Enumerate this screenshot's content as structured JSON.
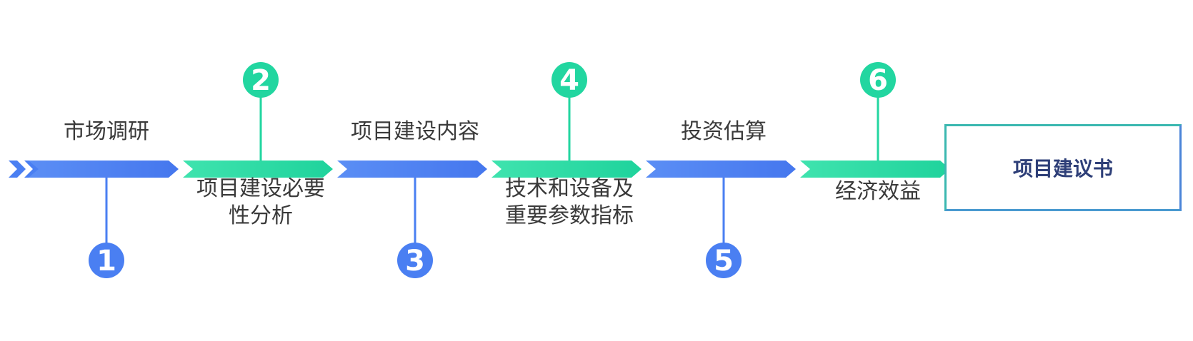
{
  "colors": {
    "blue": "#4a7ff2",
    "blue_light": "#5b8ef5",
    "green": "#22d6a0",
    "green_light": "#3fe3ae",
    "box_border": "#3bb8b0",
    "result_text": "#2e3f78"
  },
  "steps": [
    {
      "number": "1",
      "color": "blue",
      "label_position": "top",
      "lines": [
        "市场调研"
      ]
    },
    {
      "number": "2",
      "color": "green",
      "label_position": "bottom",
      "lines": [
        "项目建设必要",
        "性分析"
      ]
    },
    {
      "number": "3",
      "color": "blue",
      "label_position": "top",
      "lines": [
        "项目建设内容"
      ]
    },
    {
      "number": "4",
      "color": "green",
      "label_position": "bottom",
      "lines": [
        "技术和设备及",
        "重要参数指标"
      ]
    },
    {
      "number": "5",
      "color": "blue",
      "label_position": "top",
      "lines": [
        "投资估算"
      ]
    },
    {
      "number": "6",
      "color": "green",
      "label_position": "bottom",
      "lines": [
        "经济效益"
      ]
    }
  ],
  "result": {
    "label": "项目建议书"
  }
}
